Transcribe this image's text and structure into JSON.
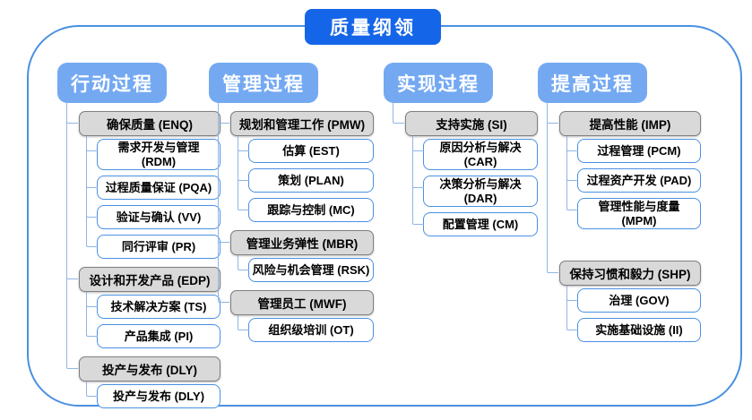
{
  "title": "质量纲领",
  "colors": {
    "title_bg": "#1565e8",
    "header_bg": "#74a9f2",
    "frame_border": "#4a90e2",
    "connector_line": "#8fb6e8",
    "group_fill": "#d9d9d9",
    "group_border": "#7f7f7f",
    "leaf_border": "#4a90e2"
  },
  "columns": [
    {
      "header": "行动过程",
      "groups": [
        {
          "label": "确保质量 (ENQ)",
          "children": [
            "需求开发与管理 (RDM)",
            "过程质量保证 (PQA)",
            "验证与确认 (VV)",
            "同行评审 (PR)"
          ]
        },
        {
          "label": "设计和开发产品 (EDP)",
          "children": [
            "技术解决方案 (TS)",
            "产品集成 (PI)"
          ]
        },
        {
          "label": "投产与发布 (DLY)",
          "children": [
            "投产与发布 (DLY)"
          ]
        }
      ]
    },
    {
      "header": "管理过程",
      "groups": [
        {
          "label": "规划和管理工作 (PMW)",
          "children": [
            "估算 (EST)",
            "策划 (PLAN)",
            "跟踪与控制 (MC)"
          ]
        },
        {
          "label": "管理业务弹性 (MBR)",
          "children": [
            "风险与机会管理 (RSK)"
          ]
        },
        {
          "label": "管理员工 (MWF)",
          "children": [
            "组织级培训 (OT)"
          ]
        }
      ]
    },
    {
      "header": "实现过程",
      "groups": [
        {
          "label": "支持实施 (SI)",
          "children": [
            "原因分析与解决 (CAR)",
            "决策分析与解决 (DAR)",
            "配置管理 (CM)"
          ]
        }
      ]
    },
    {
      "header": "提高过程",
      "groups": [
        {
          "label": "提高性能 (IMP)",
          "children": [
            "过程管理 (PCM)",
            "过程资产开发 (PAD)",
            "管理性能与度量\n(MPM)"
          ]
        },
        {
          "label": "保持习惯和毅力 (SHP)",
          "children": [
            "治理 (GOV)",
            "实施基础设施 (II)"
          ]
        }
      ]
    }
  ]
}
